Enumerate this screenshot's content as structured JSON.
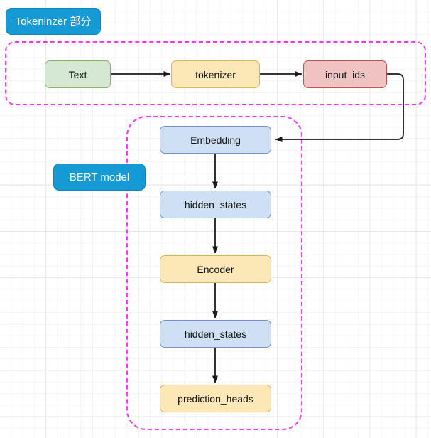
{
  "diagram": {
    "title_labels": {
      "tokenizer_group": "Tokeninzer 部分",
      "bert_group": "BERT model"
    },
    "colors": {
      "accent_label": "#169ad6",
      "region_border": "#ff33ff",
      "green_fill": "#d5e8d4",
      "green_border": "#8cb36b",
      "yellow_fill": "#fbe8b6",
      "yellow_border": "#d6b656",
      "red_fill": "#f0c3c3",
      "red_border": "#b85450",
      "blue_fill": "#cfe0f5",
      "blue_border": "#7093c7",
      "edge": "#1a1a1a",
      "grid_minor": "#f5f5f5",
      "grid_major": "#e8e8e8"
    },
    "nodes": [
      {
        "id": "text",
        "label": "Text",
        "color": "green"
      },
      {
        "id": "tokenizer",
        "label": "tokenizer",
        "color": "yellow"
      },
      {
        "id": "input_ids",
        "label": "input_ids",
        "color": "red"
      },
      {
        "id": "embedding",
        "label": "Embedding",
        "color": "blue"
      },
      {
        "id": "hidden_states_1",
        "label": "hidden_states",
        "color": "blue"
      },
      {
        "id": "encoder",
        "label": "Encoder",
        "color": "yellow"
      },
      {
        "id": "hidden_states_2",
        "label": "hidden_states",
        "color": "blue"
      },
      {
        "id": "prediction_heads",
        "label": "prediction_heads",
        "color": "yellow"
      }
    ],
    "edges": [
      {
        "from": "text",
        "to": "tokenizer"
      },
      {
        "from": "tokenizer",
        "to": "input_ids"
      },
      {
        "from": "input_ids",
        "to": "embedding"
      },
      {
        "from": "embedding",
        "to": "hidden_states_1"
      },
      {
        "from": "hidden_states_1",
        "to": "encoder"
      },
      {
        "from": "encoder",
        "to": "hidden_states_2"
      },
      {
        "from": "hidden_states_2",
        "to": "prediction_heads"
      }
    ]
  }
}
